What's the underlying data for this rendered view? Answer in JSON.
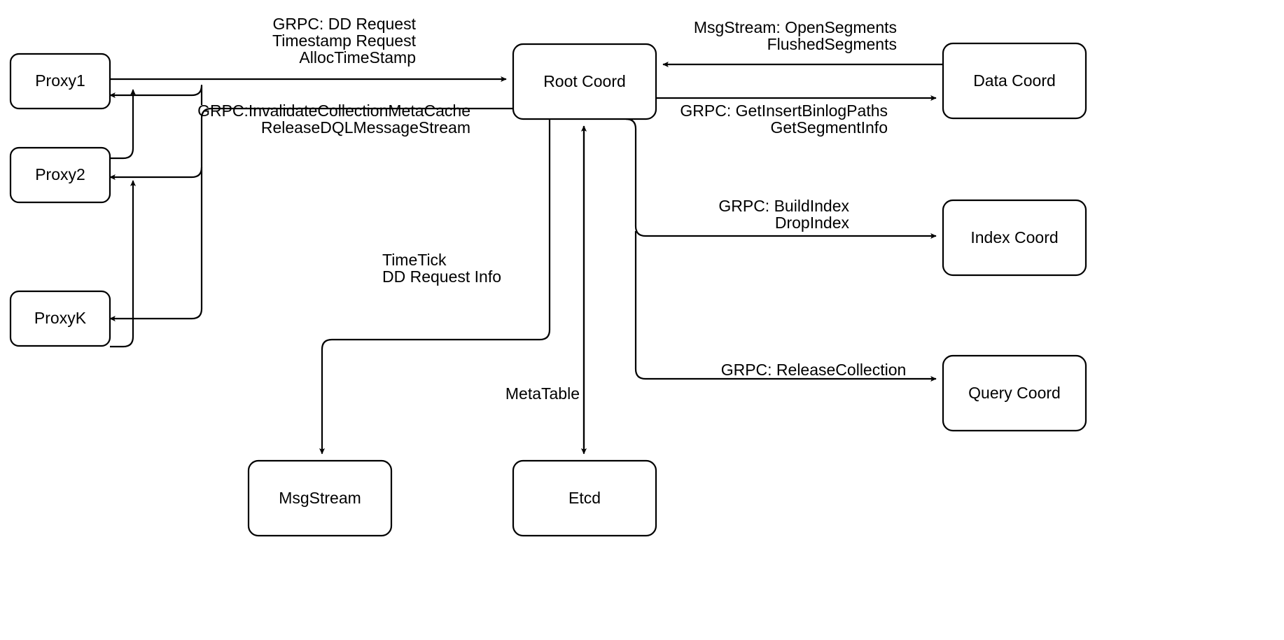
{
  "diagram": {
    "title": "Root Coord interaction diagram",
    "background_color": "#ffffff",
    "stroke_color": "#000000",
    "text_color": "#000000",
    "nodes": [
      {
        "id": "proxy1",
        "label": "Proxy1"
      },
      {
        "id": "proxy2",
        "label": "Proxy2"
      },
      {
        "id": "proxyk",
        "label": "ProxyK"
      },
      {
        "id": "root_coord",
        "label": "Root Coord"
      },
      {
        "id": "data_coord",
        "label": "Data Coord"
      },
      {
        "id": "index_coord",
        "label": "Index Coord"
      },
      {
        "id": "query_coord",
        "label": "Query Coord"
      },
      {
        "id": "msgstream",
        "label": "MsgStream"
      },
      {
        "id": "etcd",
        "label": "Etcd"
      }
    ],
    "edge_labels": {
      "proxy_to_root": {
        "line1": "GRPC: DD Request",
        "line2": "Timestamp Request",
        "line3": "AllocTimeStamp"
      },
      "root_to_proxy": {
        "line1": "GRPC:InvalidateCollectionMetaCache",
        "line2": "ReleaseDQLMessageStream"
      },
      "datacoord_to_root": {
        "line1": "MsgStream: OpenSegments",
        "line2": "FlushedSegments"
      },
      "root_to_datacoord": {
        "line1": "GRPC: GetInsertBinlogPaths",
        "line2": "GetSegmentInfo"
      },
      "root_to_indexcoord": {
        "line1": "GRPC: BuildIndex",
        "line2": "DropIndex"
      },
      "root_to_querycoord": {
        "line1": "GRPC: ReleaseCollection"
      },
      "root_to_msgstream": {
        "line1": "TimeTick",
        "line2": "DD Request Info"
      },
      "root_to_etcd": {
        "line1": "MetaTable"
      }
    }
  }
}
